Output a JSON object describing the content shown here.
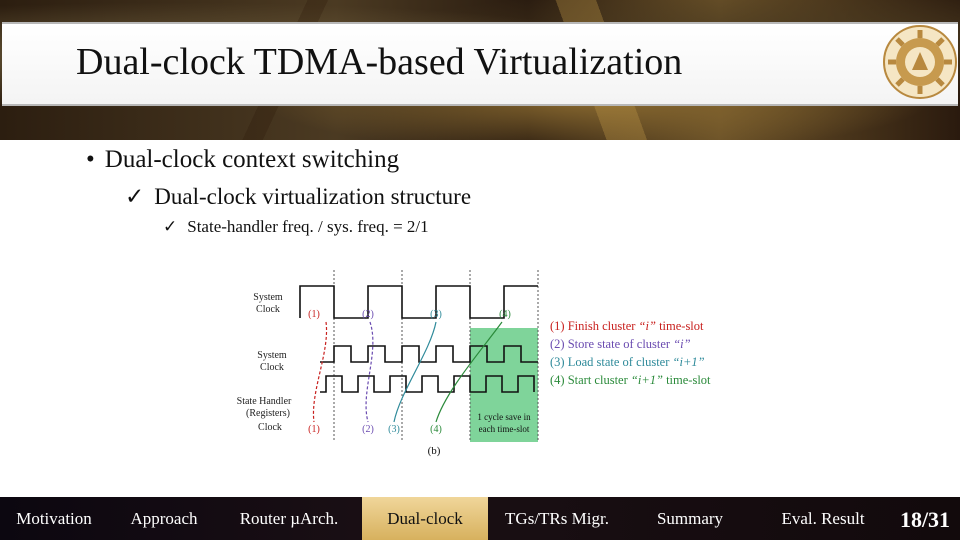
{
  "title": "Dual-clock TDMA-based Virtualization",
  "bullets": {
    "level1": "Dual-clock context switching",
    "level2": "Dual-clock virtualization structure",
    "level3": "State-handler freq. / sys. freq. = 2/1"
  },
  "diagram": {
    "signals": [
      "System",
      "Clock",
      "System",
      "Clock",
      "State Handler",
      "(Registers)",
      "Clock"
    ],
    "top_markers": [
      "(1)",
      "(2)",
      "(3)",
      "(4)"
    ],
    "bottom_markers": [
      "(1)",
      "(2)",
      "(3)",
      "(4)"
    ],
    "highlight_text": [
      "1 cycle save in",
      "each time-slot"
    ],
    "caption": "(b)",
    "legend": [
      {
        "num": "(1) Finish cluster",
        "quote": "“i”",
        "rest": "time-slot",
        "color": "#c8201e"
      },
      {
        "num": "(2) Store state of cluster",
        "quote": "“i”",
        "rest": "",
        "color": "#6a4bb0"
      },
      {
        "num": "(3) Load state of cluster",
        "quote": "“i+1”",
        "rest": "",
        "color": "#2e8a9a"
      },
      {
        "num": "(4) Start cluster",
        "quote": "“i+1”",
        "rest": "time-slot",
        "color": "#2a8a3a"
      }
    ]
  },
  "footer": {
    "items": [
      "Motivation",
      "Approach",
      "Router µArch.",
      "Dual-clock",
      "TGs/TRs Migr.",
      "Summary",
      "Eval. Result"
    ],
    "active": "Dual-clock",
    "page": "18/31"
  },
  "colors": {
    "red": "#c8201e",
    "purple": "#6a4bb0",
    "teal": "#2e8a9a",
    "green": "#2a8a3a",
    "highlight": "#7fd49a",
    "active_tab": "#e3c277"
  }
}
